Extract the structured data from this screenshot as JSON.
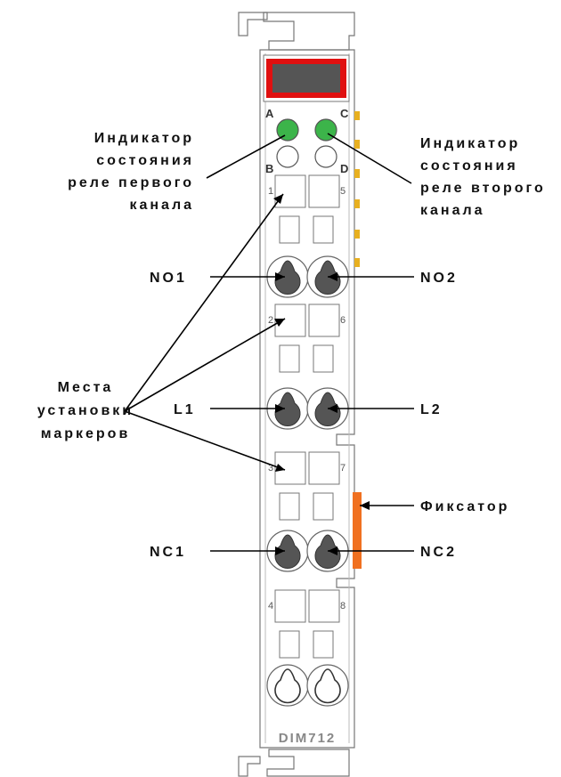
{
  "labels": {
    "indicator_ch1": [
      "Индикатор",
      "состояния",
      "реле первого",
      "канала"
    ],
    "indicator_ch2": [
      "Индикатор",
      "состояния",
      "реле второго",
      "канала"
    ],
    "markers": [
      "Места",
      "установки",
      "маркеров"
    ],
    "no1": "NO1",
    "no2": "NO2",
    "l1": "L1",
    "l2": "L2",
    "nc1": "NC1",
    "nc2": "NC2",
    "latch": "Фиксатор"
  },
  "leds": {
    "a": "A",
    "b": "B",
    "c": "C",
    "d": "D"
  },
  "marker_numbers": [
    "1",
    "5",
    "2",
    "6",
    "3",
    "7",
    "4",
    "8"
  ],
  "model": "DIM712",
  "colors": {
    "led_on": "#3cb44a",
    "window_frame": "#e01010",
    "window_glass": "#555555",
    "latch": "#f07020",
    "contact": "#e8b020",
    "terminal": "#555555"
  }
}
